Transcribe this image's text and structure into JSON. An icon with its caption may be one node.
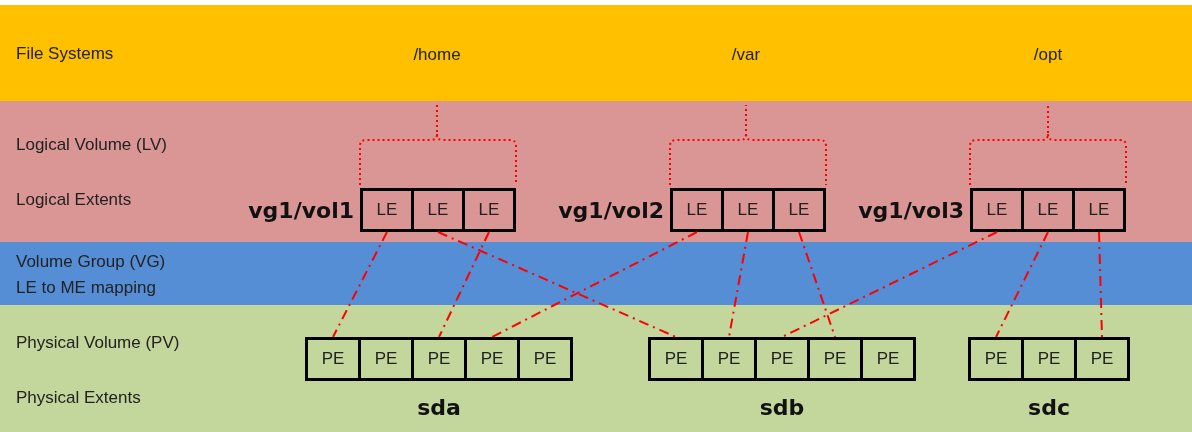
{
  "diagram": {
    "nodes": [
      {
        "text": [
          "vg1/vol1"
        ]
      },
      {
        "text": [
          "LE"
        ],
        "in": 0
      },
      {
        "text": [
          "LE"
        ],
        "in": 0
      },
      {
        "text": [
          "LE"
        ],
        "in": 0
      },
      {
        "text": [
          "vg1/vol2"
        ]
      },
      {
        "text": [
          "LE"
        ],
        "in": 4
      },
      {
        "text": [
          "LE"
        ],
        "in": 4
      },
      {
        "text": [
          "LE"
        ],
        "in": 4
      },
      {
        "text": [
          "vg1/vol3"
        ]
      },
      {
        "text": [
          "LE"
        ],
        "in": 8
      },
      {
        "text": [
          "LE"
        ],
        "in": 8
      },
      {
        "text": [
          "LE"
        ],
        "in": 8
      },
      {
        "text": [
          "sda"
        ]
      },
      {
        "text": [
          "PE"
        ],
        "in": 12
      },
      {
        "text": [
          "PE"
        ],
        "in": 12
      },
      {
        "text": [
          "PE"
        ],
        "in": 12
      },
      {
        "text": [
          "PE"
        ],
        "in": 12
      },
      {
        "text": [
          "PE"
        ],
        "in": 12
      },
      {
        "text": [
          "sdb"
        ]
      },
      {
        "text": [
          "PE"
        ],
        "in": 18
      },
      {
        "text": [
          "PE"
        ],
        "in": 18
      },
      {
        "text": [
          "PE"
        ],
        "in": 18
      },
      {
        "text": [
          "PE"
        ],
        "in": 18
      },
      {
        "text": [
          "PE"
        ],
        "in": 18
      },
      {
        "text": [
          "sdc"
        ]
      },
      {
        "text": [
          "PE"
        ],
        "in": 24
      },
      {
        "text": [
          "PE"
        ],
        "in": 24
      },
      {
        "text": [
          "PE"
        ],
        "in": 24
      }
    ],
    "edges": [
      {
        "from": 1,
        "to": 13,
        "arrow": "none",
        "style": "dashed"
      },
      {
        "from": 2,
        "to": 19,
        "arrow": "none",
        "style": "dashed"
      },
      {
        "from": 3,
        "to": 15,
        "arrow": "none",
        "style": "dashed"
      },
      {
        "from": 5,
        "to": 16,
        "arrow": "none",
        "style": "dashed"
      },
      {
        "from": 6,
        "to": 20,
        "arrow": "none",
        "style": "dashed"
      },
      {
        "from": 7,
        "to": 22,
        "arrow": "none",
        "style": "dashed"
      },
      {
        "from": 9,
        "to": 21,
        "arrow": "none",
        "style": "dashed"
      },
      {
        "from": 10,
        "to": 25,
        "arrow": "none",
        "style": "dashed"
      },
      {
        "from": 11,
        "to": 27,
        "arrow": "none",
        "style": "dashed"
      }
    ],
    "labels": [
      "File Systems",
      "/home",
      "/var",
      "/opt",
      "Logical Volume (LV)",
      "Logical Extents",
      "Volume Group (VG)",
      "LE to ME mapping",
      "Physical Volume (PV)",
      "Physical Extents"
    ]
  }
}
